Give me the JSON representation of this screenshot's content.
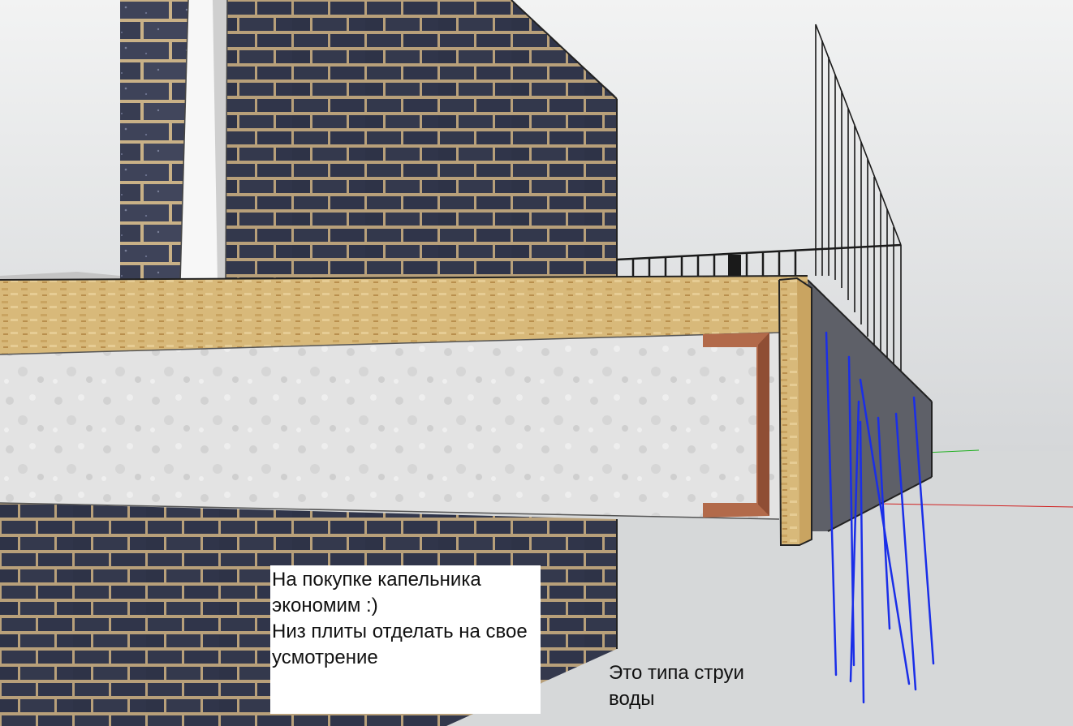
{
  "notes": {
    "box_text": "На покупке капельника экономим :)\nНиз плиты отделать на свое усмотрение",
    "water_text": "Это типа струи\nводы"
  },
  "colors": {
    "background_sky": "#e4e6e7",
    "ground": "#d7d9da",
    "brick": "#3a3f55",
    "mortar": "#c9b187",
    "osb_board": "#d6b878",
    "stucco": "#e2e2e2",
    "drip_edge": "#b26a4a",
    "slab_side": "#5e6068",
    "railing": "#1a1a1a",
    "water_streams": "#1a2ee8",
    "axis_red": "#d02020",
    "axis_green": "#20b020"
  },
  "icons": {
    "water_streams": "water-stream-lines"
  }
}
